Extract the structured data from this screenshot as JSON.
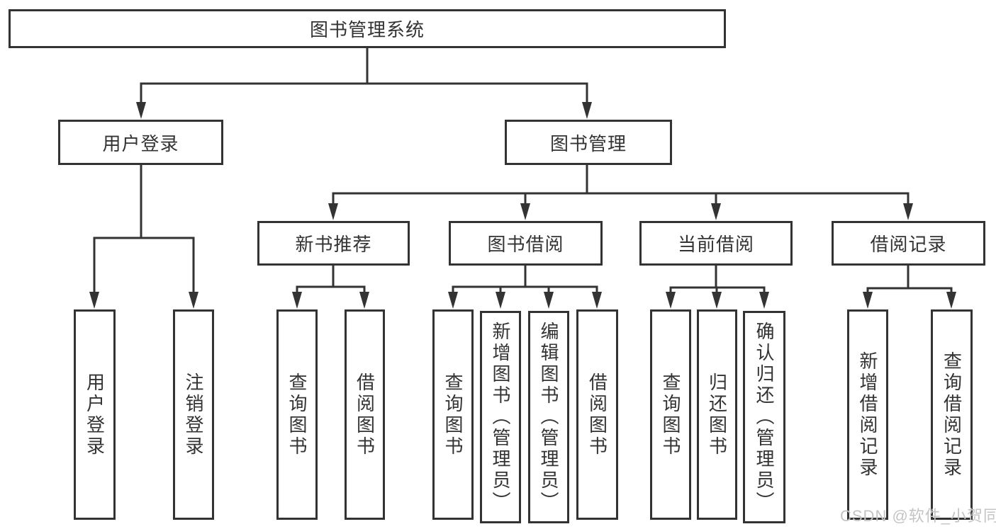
{
  "page": {
    "watermark": "CSDN @软件_小贺同学",
    "colors": {
      "background": "#ffffff",
      "line": "#333333",
      "text": "#333333",
      "watermark": "#c4c4c4"
    }
  },
  "tree": {
    "label": "图书管理系统",
    "children": [
      {
        "label": "用户登录",
        "children": [
          {
            "label": "用户登录"
          },
          {
            "label": "注销登录"
          }
        ]
      },
      {
        "label": "图书管理",
        "children": [
          {
            "label": "新书推荐",
            "children": [
              {
                "label": "查询图书"
              },
              {
                "label": "借阅图书"
              }
            ]
          },
          {
            "label": "图书借阅",
            "children": [
              {
                "label": "查询图书"
              },
              {
                "label": "新增图书（管理员）"
              },
              {
                "label": "编辑图书（管理员）"
              },
              {
                "label": "借阅图书"
              }
            ]
          },
          {
            "label": "当前借阅",
            "children": [
              {
                "label": "查询图书"
              },
              {
                "label": "归还图书"
              },
              {
                "label": "确认归还（管理员）"
              }
            ]
          },
          {
            "label": "借阅记录",
            "children": [
              {
                "label": "新增借阅记录"
              },
              {
                "label": "查询借阅记录"
              }
            ]
          }
        ]
      }
    ]
  }
}
